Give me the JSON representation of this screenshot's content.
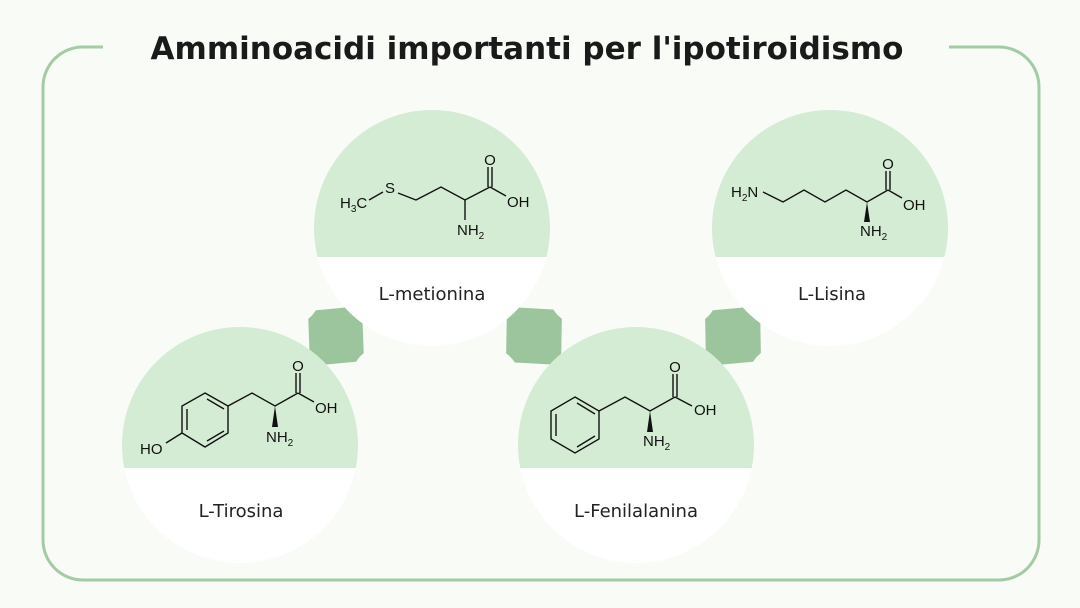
{
  "title": "Amminoacidi importanti per l'ipotiroidismo",
  "colors": {
    "background": "#f8fbf6",
    "frame": "#a5cba5",
    "bubble_top": "#d4ebd4",
    "connector": "#9cc49d"
  },
  "amino_acids": [
    {
      "name": "L-Tirosina"
    },
    {
      "name": "L-metionina"
    },
    {
      "name": "L-Fenilalanina"
    },
    {
      "name": "L-Lisina"
    }
  ],
  "atoms": {
    "oxygen": "O",
    "hydroxyl": "OH",
    "hydroxyl_left": "HO",
    "amine_main": "NH",
    "amine_sub": "2",
    "amine_left_main": "H",
    "amine_left_sub": "2",
    "amine_left_end": "N",
    "methyl_main": "H",
    "methyl_sub": "3",
    "methyl_end": "C",
    "sulfur": "S"
  }
}
